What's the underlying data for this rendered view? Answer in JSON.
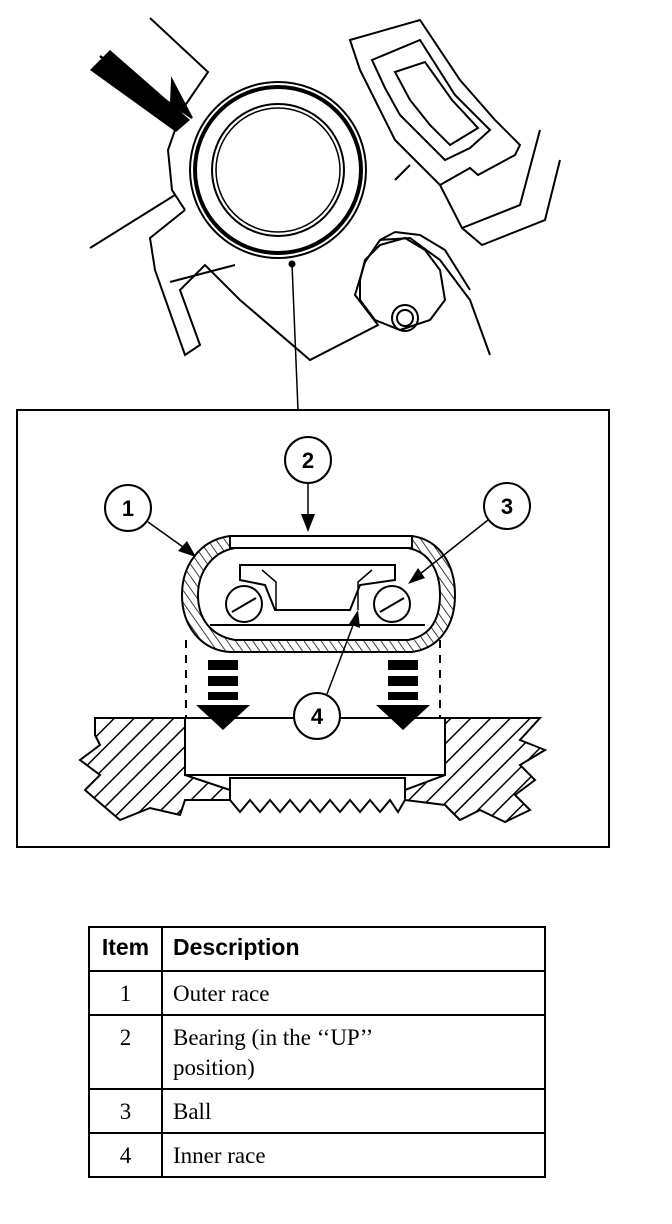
{
  "callouts": [
    "1",
    "2",
    "3",
    "4"
  ],
  "legend": {
    "headers": {
      "item": "Item",
      "description": "Description"
    },
    "rows": [
      {
        "item": "1",
        "description": "Outer race"
      },
      {
        "item": "2",
        "description": "Bearing (in the ‘‘UP’’ position)"
      },
      {
        "item": "3",
        "description": "Ball"
      },
      {
        "item": "4",
        "description": "Inner race"
      }
    ]
  },
  "colors": {
    "ink": "#000000",
    "paper": "#ffffff"
  },
  "icons": [
    "pointer-arrow-icon",
    "down-arrow-icon"
  ]
}
